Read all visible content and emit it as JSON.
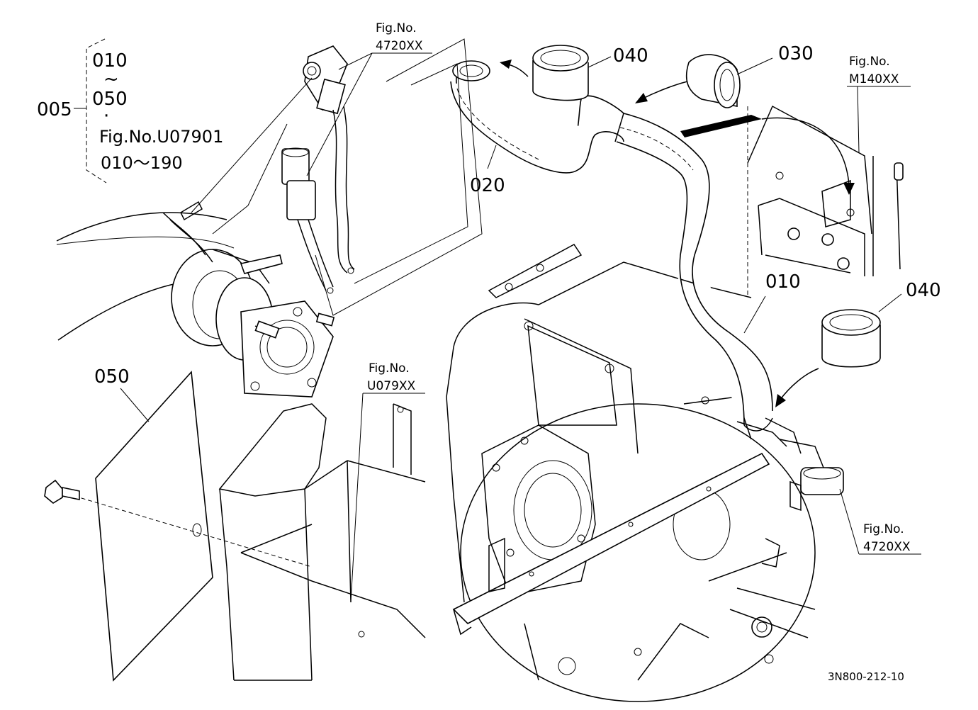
{
  "diagram": {
    "callouts": {
      "c005": "005",
      "c010_top": "010",
      "c050_brace": "050",
      "tilde": "~",
      "dot": "·",
      "fig_u07901": "Fig.No.U07901",
      "range_010_190": "010～190",
      "c020": "020",
      "c040_top": "040",
      "c030": "030",
      "c010": "010",
      "c040_right": "040",
      "c050": "050"
    },
    "fig_refs": {
      "f4720_top_label": "Fig.No.",
      "f4720_top_value": "4720XX",
      "fM140_label": "Fig.No.",
      "fM140_value": "M140XX",
      "fU079_label": "Fig.No.",
      "fU079_value": "U079XX",
      "f4720_right_label": "Fig.No.",
      "f4720_right_value": "4720XX"
    },
    "drawing_code": "3N800-212-10"
  }
}
